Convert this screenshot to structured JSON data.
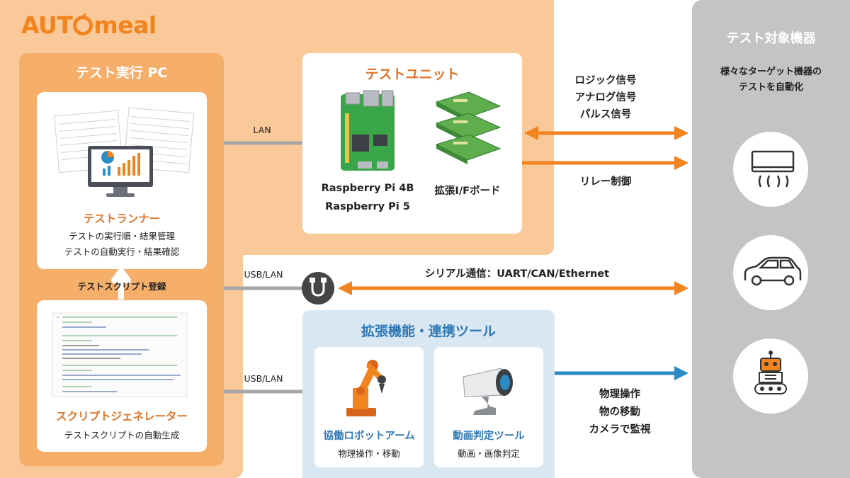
{
  "logo": {
    "text_a": "AUT",
    "text_b": "meal"
  },
  "pc": {
    "title": "テスト実行 PC",
    "runner": {
      "title": "テストランナー",
      "desc1": "テストの実行順・結果管理",
      "desc2": "テストの自動実行・結果確認"
    },
    "register": "テストスクリプト登録",
    "generator": {
      "title": "スクリプトジェネレーター",
      "desc": "テストスクリプトの自動生成"
    }
  },
  "connections": {
    "lan": "LAN",
    "usb_lan_1": "USB/LAN",
    "usb_lan_2": "USB/LAN"
  },
  "test_unit": {
    "title": "テストユニット",
    "pi_line1": "Raspberry Pi 4B",
    "pi_line2": "Raspberry Pi 5",
    "board": "拡張I/Fボード"
  },
  "signals": {
    "logic": "ロジック信号",
    "analog": "アナログ信号",
    "pulse": "パルス信号",
    "relay": "リレー制御",
    "serial": "シリアル通信：UART/CAN/Ethernet",
    "physical1": "物理操作",
    "physical2": "物の移動",
    "physical3": "カメラで監視"
  },
  "extension": {
    "title": "拡張機能・連携ツール",
    "robot": {
      "title": "協働ロボットアーム",
      "desc": "物理操作・移動"
    },
    "camera": {
      "title": "動画判定ツール",
      "desc": "動画・画像判定"
    }
  },
  "target": {
    "title": "テスト対象機器",
    "desc1": "様々なターゲット機器の",
    "desc2": "テストを自動化"
  },
  "colors": {
    "orange": "#f2841f",
    "blue": "#2b8bc4",
    "gray": "#a6a6a6"
  },
  "icons": [
    "air-conditioner-icon",
    "car-icon",
    "robot-icon",
    "connector-icon",
    "raspberry-pi-icon",
    "board-icon",
    "robot-arm-icon",
    "camera-icon",
    "monitor-icon"
  ]
}
